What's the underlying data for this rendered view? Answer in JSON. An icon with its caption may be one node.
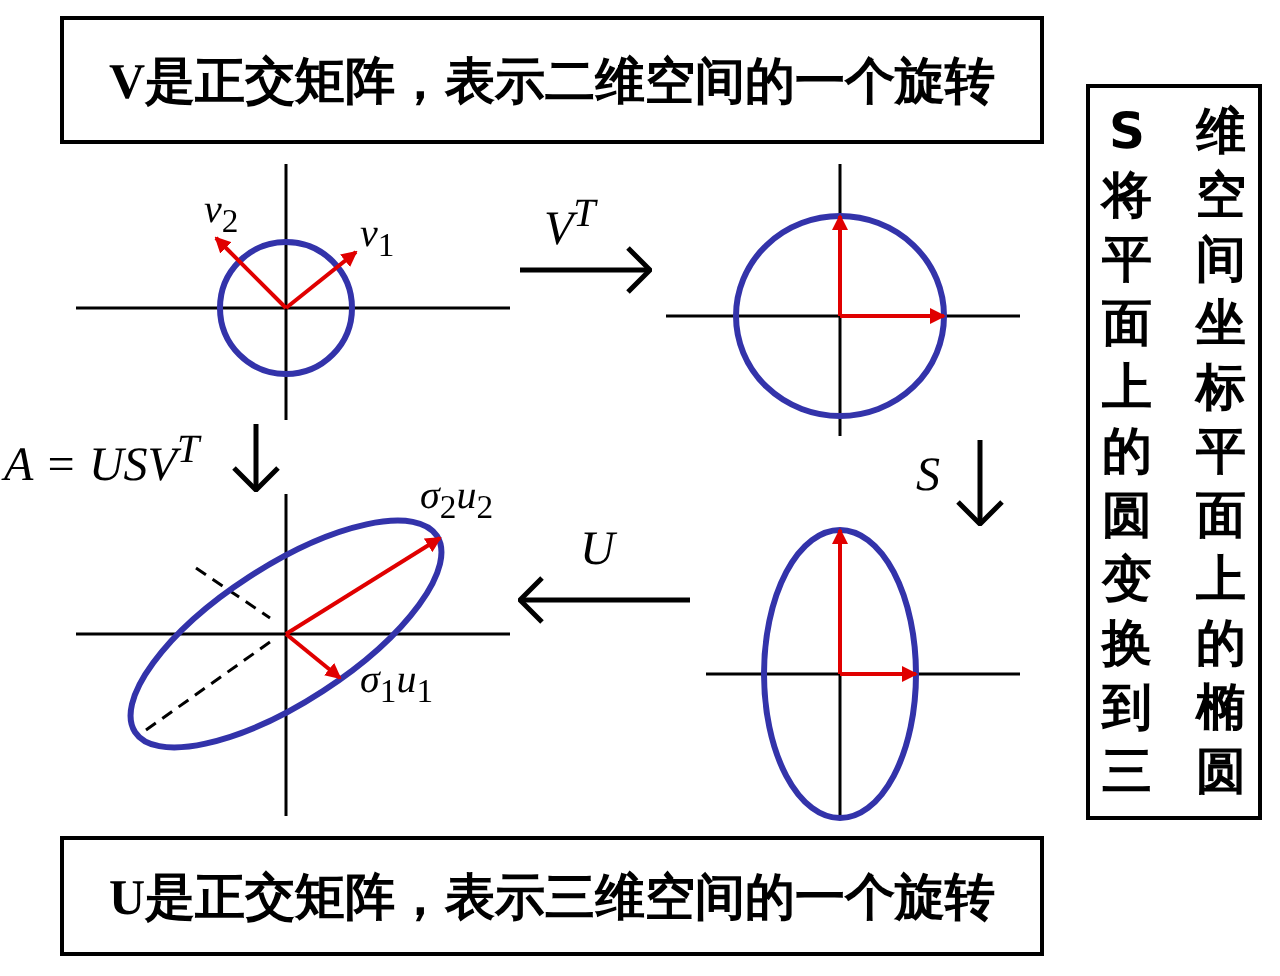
{
  "diagram": {
    "nodes": [
      {
        "text": [
          "V是正交矩阵，表示二维空间的一个旋转"
        ]
      },
      {
        "text": [
          "*v*$_{2}$",
          "*v*$_{1}$"
        ]
      },
      {
        "text": [],
        "shape": "picture"
      },
      {
        "text": [],
        "shape": "picture"
      },
      {
        "text": [
          "*σ*$_{2}$*u*$_{2}$",
          "*σ*$_{1}$*u*$_{1}$"
        ]
      },
      {
        "text": [
          "S将平面上的圆变换到三维空间坐标平面上的椭圆"
        ]
      },
      {
        "text": [
          "U是正交矩阵，表示三维空间的一个旋转"
        ]
      }
    ],
    "edges": [
      {
        "from": 1,
        "to": 2,
        "arrow": "to",
        "label": "*V*$^{T}$"
      },
      {
        "from": 2,
        "to": 3,
        "arrow": "to",
        "label": "*S*"
      },
      {
        "from": 3,
        "to": 4,
        "arrow": "to",
        "label": "*U*"
      },
      {
        "from": 1,
        "to": 4,
        "arrow": "to",
        "label": "*A* = *USV*$^{T}$"
      }
    ]
  }
}
